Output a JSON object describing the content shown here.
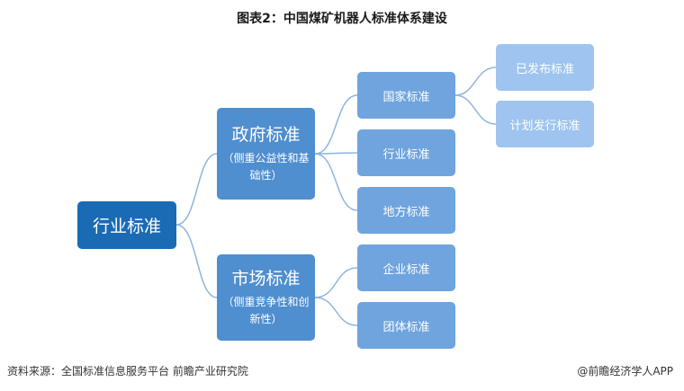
{
  "title": "图表2：中国煤矿机器人标准体系建设",
  "root": {
    "label": "行业标准"
  },
  "government": {
    "label": "政府标准",
    "note": "（侧重公益性和基础性）"
  },
  "market": {
    "label": "市场标准",
    "note": "（侧重竞争性和创新性）"
  },
  "gov_children": [
    "国家标准",
    "行业标准",
    "地方标准"
  ],
  "market_children": [
    "企业标准",
    "团体标准"
  ],
  "national_children": [
    "已发布标准",
    "计划发行标准"
  ],
  "footer": {
    "source": "资料来源：全国标准信息服务平台 前瞻产业研究院",
    "copyright": "@前瞻经济学人APP"
  },
  "colors": {
    "root": "#1a6bb4",
    "mid": "#4f8ecf",
    "leaf": "#6fa4de",
    "leaf_light": "#9ec4ef",
    "connector": "#8db5e0"
  }
}
